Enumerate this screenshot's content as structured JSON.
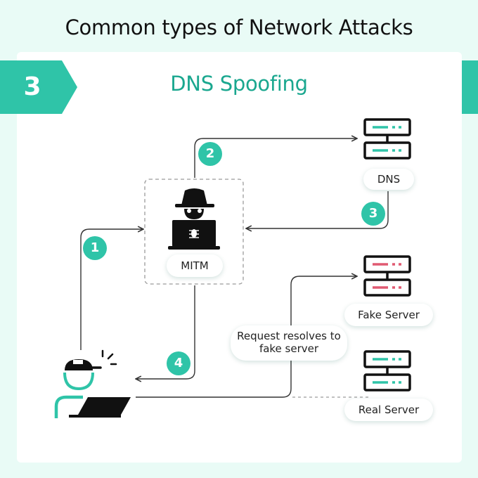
{
  "header": {
    "title": "Common types of Network Attacks"
  },
  "section": {
    "number": "3",
    "title": "DNS Spoofing"
  },
  "nodes": {
    "mitm": "MITM",
    "dns": "DNS",
    "fake_server": "Fake Server",
    "real_server": "Real Server"
  },
  "annotation": {
    "request": "Request resolves to fake server"
  },
  "steps": [
    "1",
    "2",
    "3",
    "4"
  ],
  "colors": {
    "accent": "#2fc4a8",
    "accent_dark": "#1aa78f",
    "danger": "#e05a72",
    "background": "#e9fbf6",
    "line": "#333333"
  },
  "icons": {
    "attacker": "hacker-with-laptop-icon",
    "user": "user-with-laptop-icon",
    "dns_server": "server-icon",
    "fake_server": "server-icon",
    "real_server": "server-icon"
  }
}
